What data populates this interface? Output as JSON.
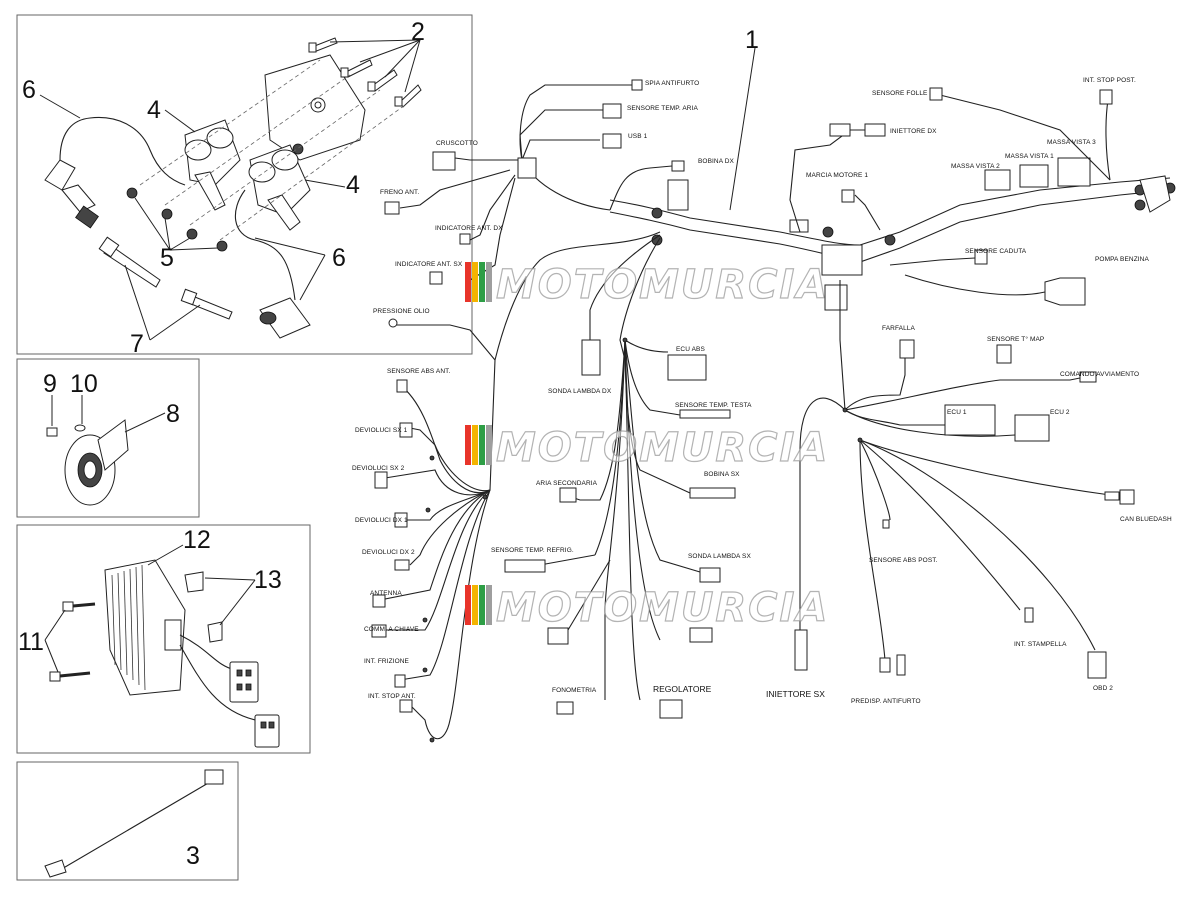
{
  "reference_numbers": [
    "1",
    "2",
    "3",
    "4",
    "4",
    "5",
    "6",
    "6",
    "7",
    "8",
    "9",
    "10",
    "11",
    "12",
    "13"
  ],
  "watermark": "MOTOMURCIA",
  "watermark_colors": [
    "#e8342a",
    "#f4b400",
    "#2e9e46",
    "#9e9e9e"
  ],
  "labels": {
    "spia_antifurto": "SPIA ANTIFURTO",
    "sensore_temp_aria": "SENSORE TEMP. ARIA",
    "usb": "USB 1",
    "cruscotto": "CRUSCOTTO",
    "bobina_dx": "BOBINA DX",
    "frizione_ant": "FRENO ANT.",
    "indicatore_ant_dx": "INDICATORE ANT. DX",
    "indicatore_ant_sx": "INDICATORE ANT. SX",
    "pressione_olio": "PRESSIONE OLIO",
    "sensore_abs_ant": "SENSORE ABS ANT.",
    "devioluci_sx_1": "DEVIOLUCI SX 1",
    "devioluci_sx_2": "DEVIOLUCI SX 2",
    "devioluci_dx_1": "DEVIOLUCI DX 1",
    "devioluci_dx_2": "DEVIOLUCI DX 2",
    "antenna": "ANTENNA",
    "comm_chiave": "COMM. A CHIAVE",
    "int_frizione": "INT. FRIZIONE",
    "int_stop_ant": "INT. STOP ANT.",
    "sonda_lambda_dx": "SONDA LAMBDA DX",
    "ecu_abs": "ECU ABS",
    "sensore_temp_testa": "SENSORE TEMP. TESTA",
    "aria_secondaria": "ARIA SECONDARIA",
    "bobina_sx": "BOBINA SX",
    "sensore_temp_refrig": "SENSORE TEMP. REFRIG.",
    "sonda_lambda_sx": "SONDA LAMBDA SX",
    "fonometria": "FONOMETRIA",
    "regolatore": "REGOLATORE",
    "sensore_folle": "SENSORE FOLLE",
    "iniettore_dx": "INIETTORE DX",
    "marcia_motore": "MARCIA MOTORE 1",
    "masse_vista_2": "MASSA VISTA 2",
    "masse_vista_1": "MASSA VISTA 1",
    "masse_vista_3": "MASSA VISTA 3",
    "int_stop_post": "INT. STOP POST.",
    "sensore_caduta": "SENSORE CADUTA",
    "pompa_benzina": "POMPA BENZINA",
    "farfalla": "FARFALLA",
    "sensore_map": "SENSORE T° MAP",
    "comando_avviamento": "COMANDO AVVIAMENTO",
    "ecu_1": "ECU 1",
    "ecu_2": "ECU 2",
    "can_bluedash": "CAN BLUEDASH",
    "sensore_abs_post": "SENSORE ABS POST.",
    "int_stampella": "INT. STAMPELLA",
    "obd_2": "OBD 2",
    "iniettore_sx": "INIETTORE SX",
    "predisp_antifurto": "PREDISP. ANTIFURTO"
  }
}
